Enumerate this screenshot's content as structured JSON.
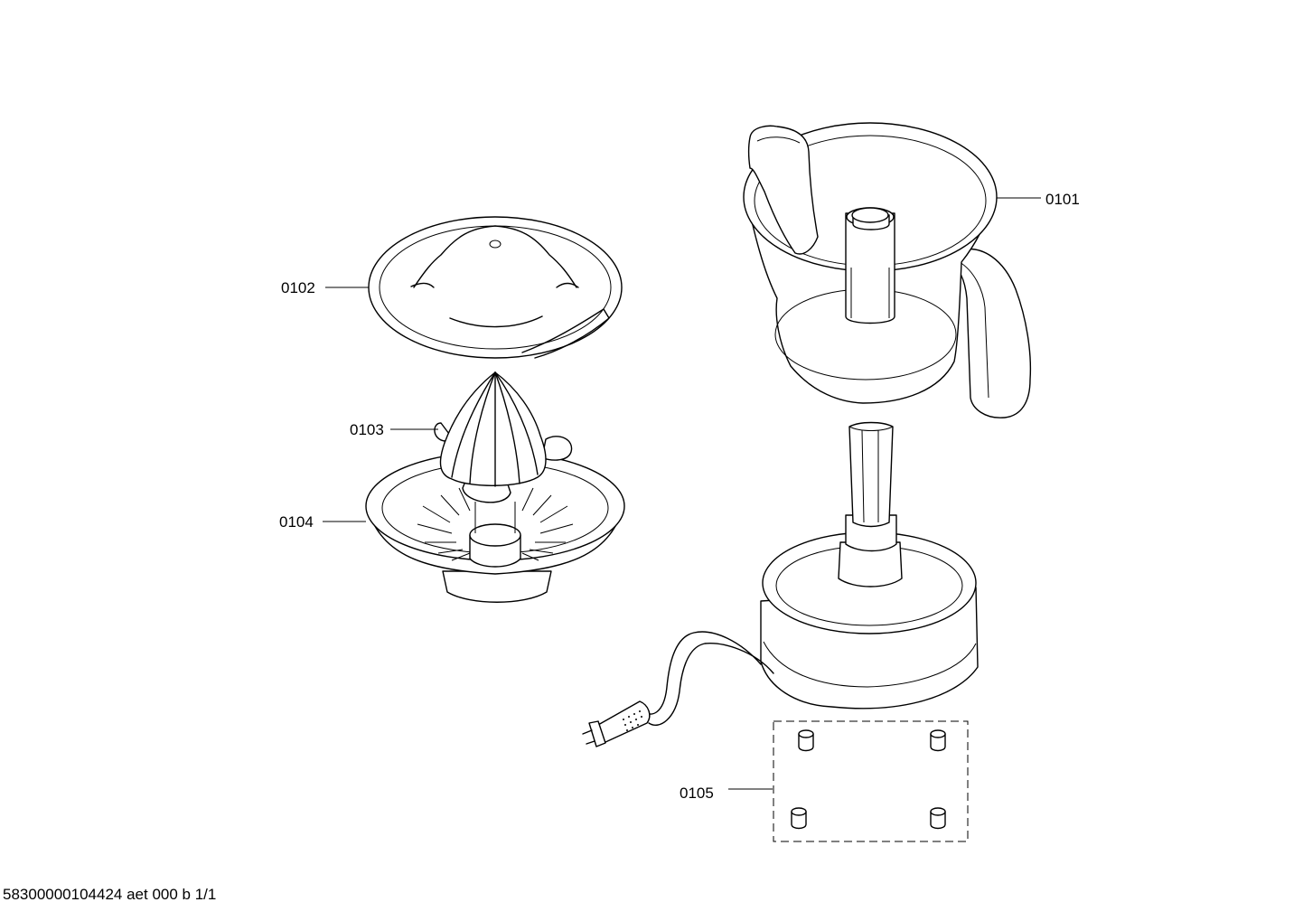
{
  "parts": [
    {
      "number": "0101"
    },
    {
      "number": "0102"
    },
    {
      "number": "0103"
    },
    {
      "number": "0104"
    },
    {
      "number": "0105"
    }
  ],
  "footer": "58300000104424 aet 000 b 1/1"
}
